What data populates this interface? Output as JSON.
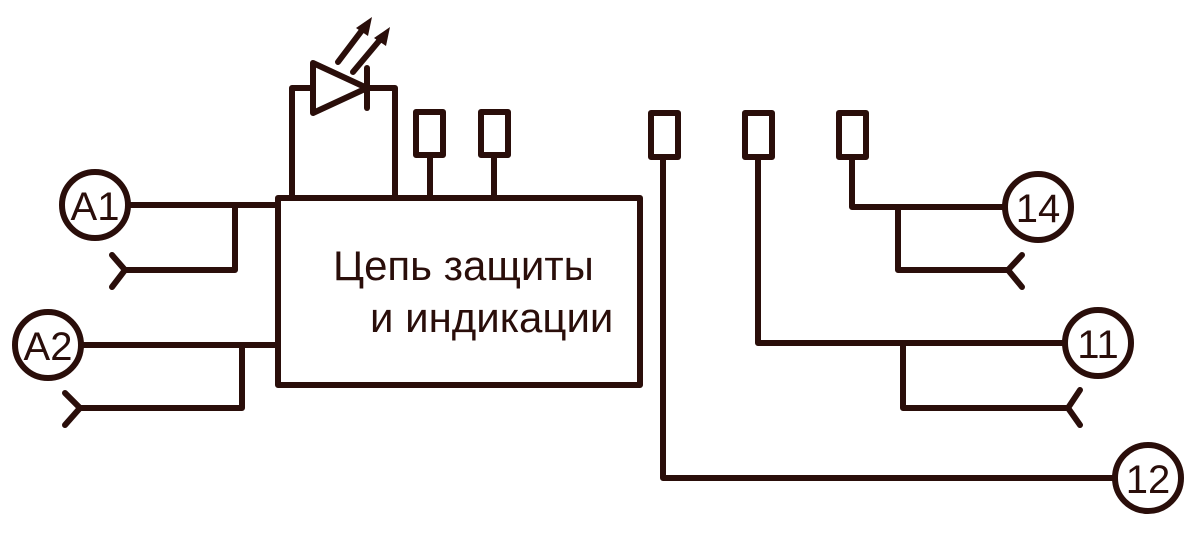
{
  "terminals": {
    "a1": "A1",
    "a2": "A2",
    "t14": "14",
    "t11": "11",
    "t12": "12"
  },
  "block": {
    "line1": "Цепь защиты",
    "line2": "и индикации"
  },
  "colors": {
    "ink": "#2a0e0a",
    "background": "#ffffff"
  }
}
